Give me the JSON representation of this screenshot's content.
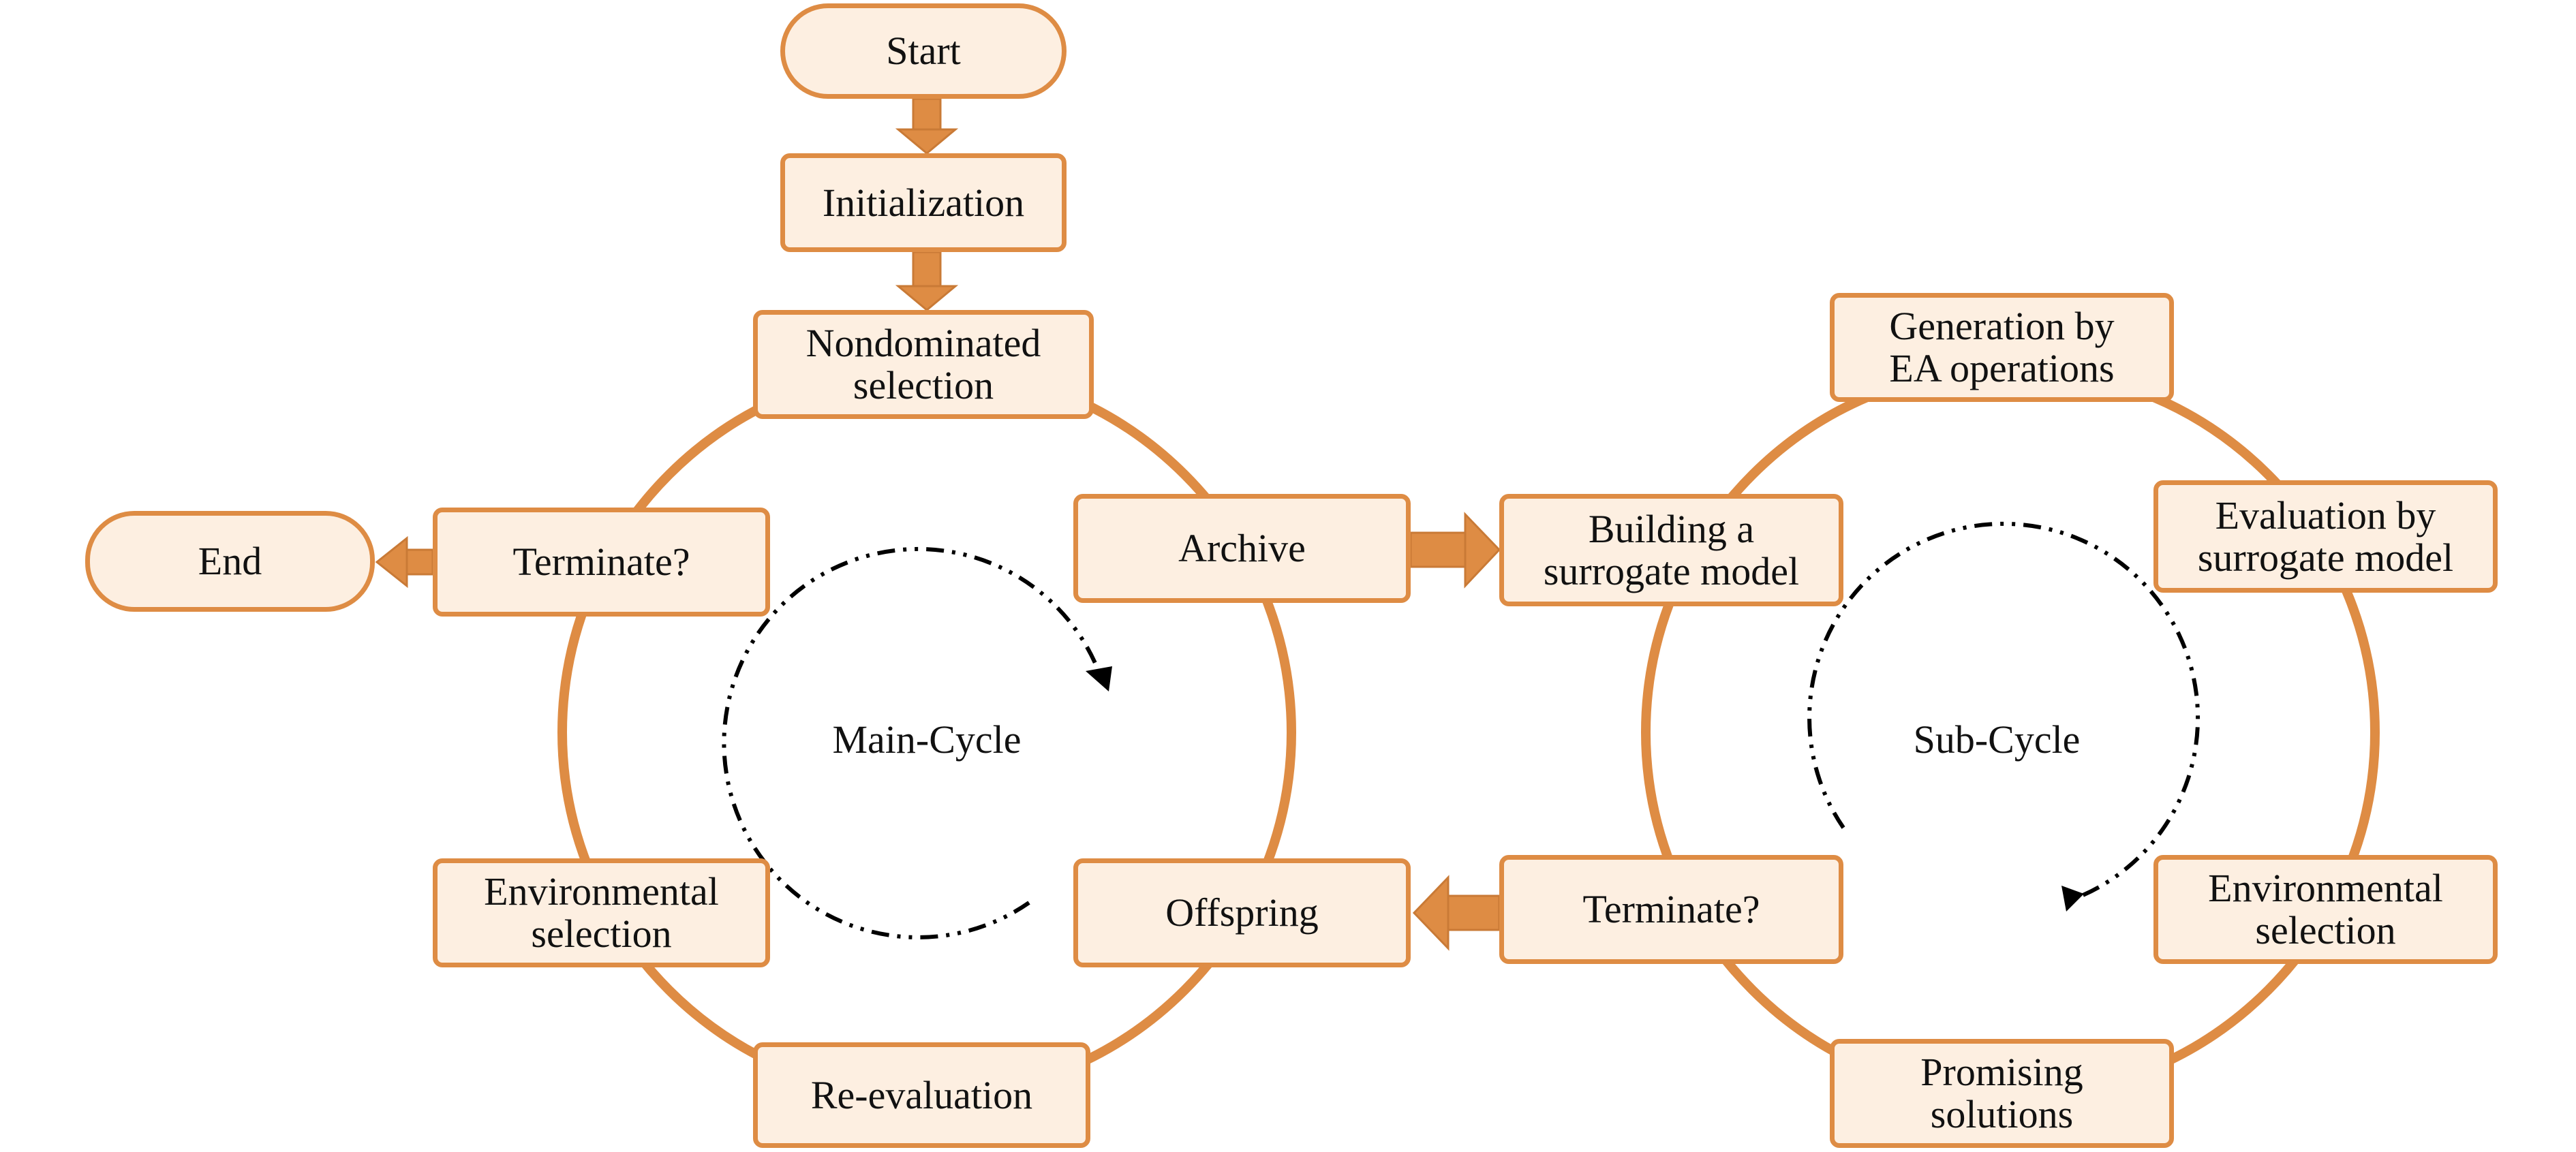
{
  "colors": {
    "accent": "#de8c44",
    "fill": "#fdefe1",
    "text": "#111111",
    "cycle_arrow": "#000000"
  },
  "nodes": {
    "start": "Start",
    "initialization": "Initialization",
    "nondominated_selection": "Nondominated\nselection",
    "archive": "Archive",
    "terminate_main": "Terminate?",
    "end": "End",
    "environmental_selection_main": "Environmental\nselection",
    "re_evaluation": "Re-evaluation",
    "offspring": "Offspring",
    "building_surrogate": "Building a\nsurrogate model",
    "generation_ea": "Generation by\nEA operations",
    "evaluation_surrogate": "Evaluation by\nsurrogate model",
    "environmental_selection_sub": "Environmental\nselection",
    "promising_solutions": "Promising\nsolutions",
    "terminate_sub": "Terminate?"
  },
  "labels": {
    "main_cycle": "Main-Cycle",
    "sub_cycle": "Sub-Cycle"
  }
}
